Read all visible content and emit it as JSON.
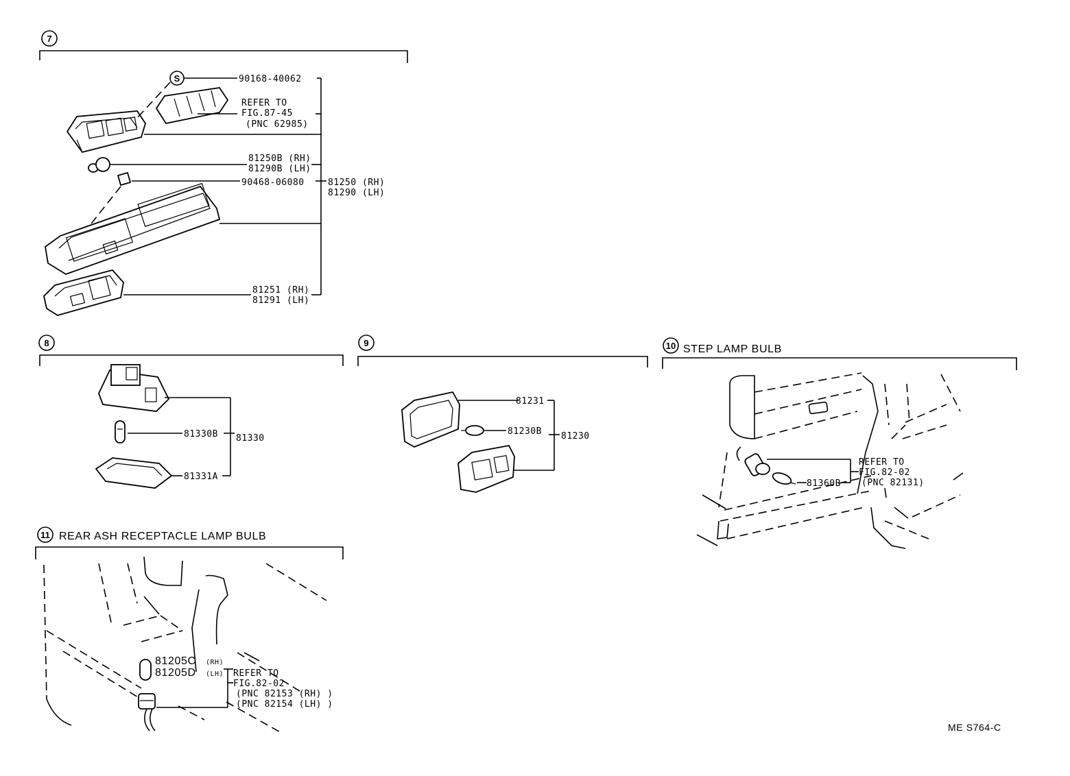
{
  "sections": [
    {
      "number": "7",
      "title": ""
    },
    {
      "number": "8",
      "title": ""
    },
    {
      "number": "9",
      "title": ""
    },
    {
      "number": "10",
      "title": "STEP LAMP BULB"
    },
    {
      "number": "11",
      "title": "REAR ASH RECEPTACLE LAMP BULB"
    }
  ],
  "sec7": {
    "screw_symbol": "S",
    "screw": "90168-40062",
    "refer": [
      "REFER TO",
      "FIG.87-45",
      "(PNC 62985)"
    ],
    "bulb": [
      "81250B (RH)",
      "81290B (LH)"
    ],
    "clip": "90468-06080",
    "assy": [
      "81250 (RH)",
      "81290 (LH)"
    ],
    "lens": [
      "81251 (RH)",
      "81291 (LH)"
    ]
  },
  "sec8": {
    "bulb": "81330B",
    "lens": "81331A",
    "assy": "81330"
  },
  "sec9": {
    "cover": "81231",
    "bulb": "81230B",
    "assy": "81230"
  },
  "sec10": {
    "refer": [
      "REFER TO",
      "FIG.82-02",
      "(PNC 82131)"
    ],
    "bulb": "81360B"
  },
  "sec11": {
    "bulb_rh": "81205C",
    "bulb_rh_side": "(RH)",
    "bulb_lh": "81205D",
    "bulb_lh_side": "(LH)",
    "refer": [
      "REFER TO",
      "FIG.82-02",
      "(PNC 82153 (RH) )",
      "(PNC 82154 (LH) )"
    ]
  },
  "footer_code": "ME S764-C"
}
